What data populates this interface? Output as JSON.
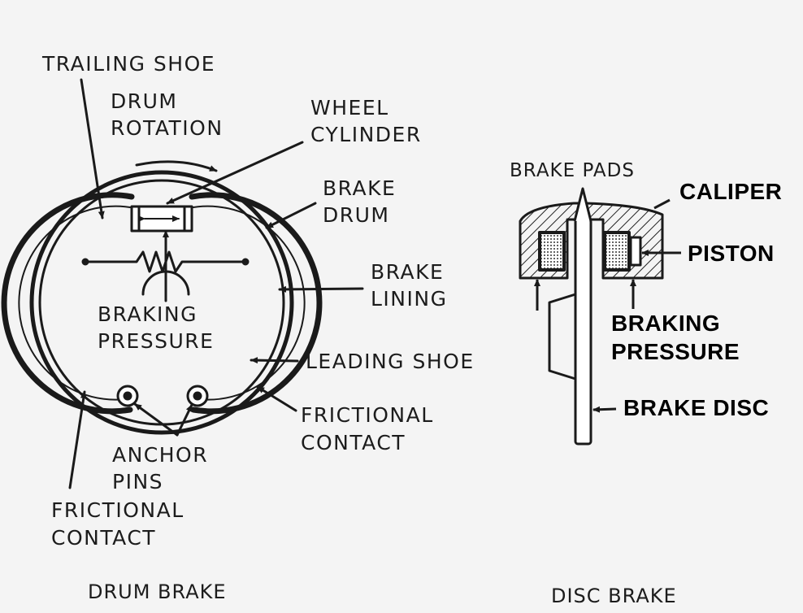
{
  "drum_brake": {
    "trailing_shoe": "TRAILING SHOE",
    "drum_rotation": [
      "DRUM",
      "ROTATION"
    ],
    "wheel_cylinder": [
      "WHEEL",
      "CYLINDER"
    ],
    "brake_drum": [
      "BRAKE",
      "DRUM"
    ],
    "brake_lining": [
      "BRAKE",
      "LINING"
    ],
    "braking_pressure": [
      "BRAKING",
      "PRESSURE"
    ],
    "leading_shoe": "LEADING SHOE",
    "frictional_contact_right": [
      "FRICTIONAL",
      "CONTACT"
    ],
    "anchor_pins": [
      "ANCHOR",
      "PINS"
    ],
    "frictional_contact_left": [
      "FRICTIONAL",
      "CONTACT"
    ],
    "caption": "DRUM BRAKE"
  },
  "disc_brake": {
    "brake_pads": "BRAKE PADS",
    "caliper": "CALIPER",
    "piston": "PISTON",
    "braking_pressure": [
      "BRAKING",
      "PRESSURE"
    ],
    "brake_disc": "BRAKE DISC",
    "caption": "DISC BRAKE"
  }
}
